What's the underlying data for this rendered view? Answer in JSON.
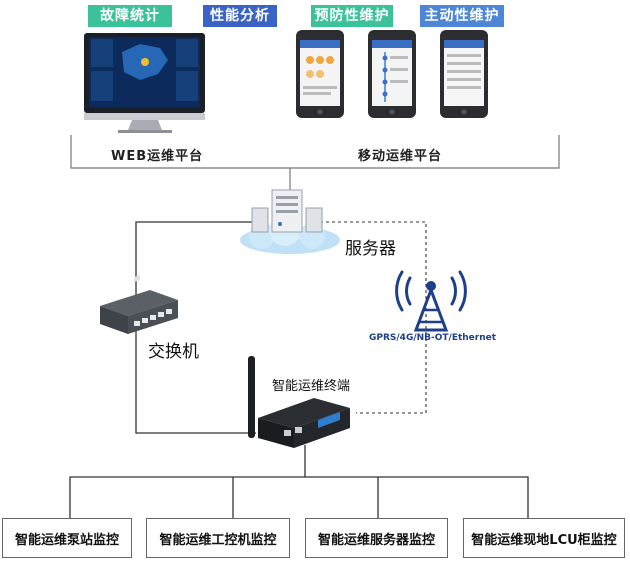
{
  "tags": {
    "fault_stats": "故障统计",
    "performance_analysis": "性能分析",
    "preventive_maintenance": "预防性维护",
    "active_maintenance": "主动性维护"
  },
  "platforms": {
    "web": "WEB运维平台",
    "mobile": "移动运维平台"
  },
  "server_label": "服务器",
  "switch_label": "交换机",
  "terminal_label": "智能运维终端",
  "network_label": "GPRS/4G/NB-OT/Ethernet",
  "boxes": [
    "智能运维泵站监控",
    "智能运维工控机监控",
    "智能运维服务器监控",
    "智能运维现地LCU柜监控"
  ],
  "colors": {
    "tag_green": "#3cc29a",
    "tag_blue": "#3b63c4",
    "tag_blue_light": "#4d86d6",
    "antenna_blue": "#1e3f8a"
  }
}
